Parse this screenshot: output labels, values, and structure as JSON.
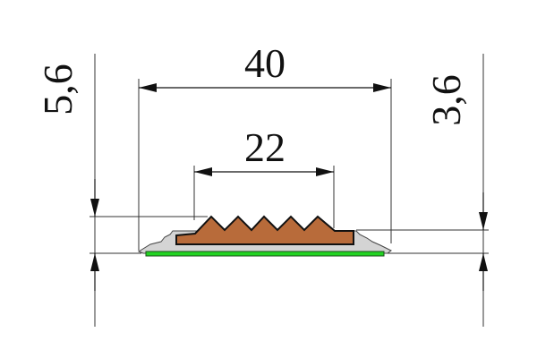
{
  "dimensions": {
    "overall_width": "40",
    "tread_width": "22",
    "total_height": "5,6",
    "base_height": "3,6"
  },
  "colors": {
    "insert": "#B86B3A",
    "base": "#D4D4D4",
    "strip": "#22D322",
    "lines": "#222222"
  }
}
